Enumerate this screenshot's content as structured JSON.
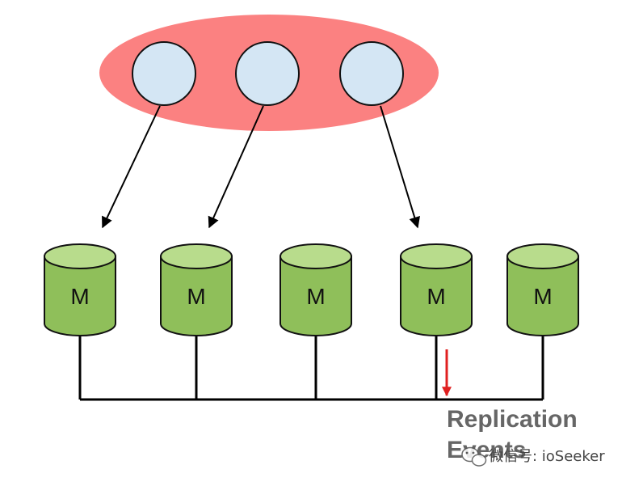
{
  "diagram": {
    "client_nodes": [
      {
        "id": "c1"
      },
      {
        "id": "c2"
      },
      {
        "id": "c3"
      }
    ],
    "masters": [
      {
        "id": "m1",
        "label": "M"
      },
      {
        "id": "m2",
        "label": "M"
      },
      {
        "id": "m3",
        "label": "M"
      },
      {
        "id": "m4",
        "label": "M"
      },
      {
        "id": "m5",
        "label": "M"
      }
    ],
    "connections": [
      {
        "from": "c1",
        "to": "m1"
      },
      {
        "from": "c2",
        "to": "m2"
      },
      {
        "from": "c3",
        "to": "m4"
      }
    ],
    "replication_label": {
      "line1": "Replication",
      "line2": "Events"
    },
    "watermark": "微信号: ioSeeker",
    "colors": {
      "group_fill": "#fb8181",
      "client_fill": "#d4e6f4",
      "cylinder_body": "#8fbf5a",
      "cylinder_top": "#b8dc8c",
      "arrow_black": "#000000",
      "arrow_red": "#e02020",
      "label_gray": "#666666"
    },
    "icons": {
      "watermark": "wechat-icon"
    }
  }
}
